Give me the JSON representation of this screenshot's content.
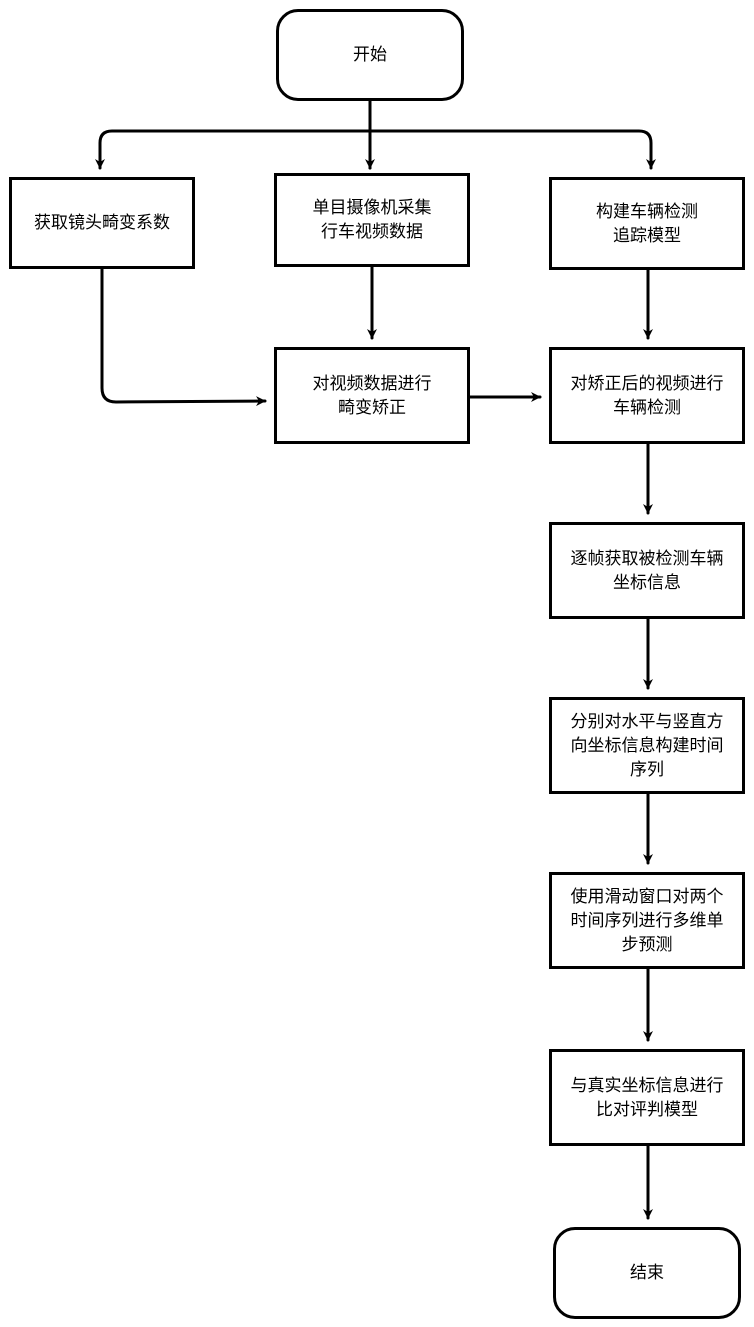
{
  "flowchart": {
    "nodes": {
      "start": "开始",
      "lens_distortion": "获取镜头畸变系数",
      "camera_capture": "单目摄像机采集\n行车视频数据",
      "build_model": "构建车辆检测\n追踪模型",
      "undistort": "对视频数据进行\n畸变矫正",
      "vehicle_detection": "对矫正后的视频进行\n车辆检测",
      "frame_coords": "逐帧获取被检测车辆\n坐标信息",
      "time_series": "分别对水平与竖直方\n向坐标信息构建时间\n序列",
      "prediction": "使用滑动窗口对两个\n时间序列进行多维单\n步预测",
      "evaluation": "与真实坐标信息进行\n比对评判模型",
      "end": "结束"
    },
    "edges": [
      [
        "start",
        "lens_distortion"
      ],
      [
        "start",
        "camera_capture"
      ],
      [
        "start",
        "build_model"
      ],
      [
        "lens_distortion",
        "undistort"
      ],
      [
        "camera_capture",
        "undistort"
      ],
      [
        "undistort",
        "vehicle_detection"
      ],
      [
        "build_model",
        "vehicle_detection"
      ],
      [
        "vehicle_detection",
        "frame_coords"
      ],
      [
        "frame_coords",
        "time_series"
      ],
      [
        "time_series",
        "prediction"
      ],
      [
        "prediction",
        "evaluation"
      ],
      [
        "evaluation",
        "end"
      ]
    ]
  }
}
